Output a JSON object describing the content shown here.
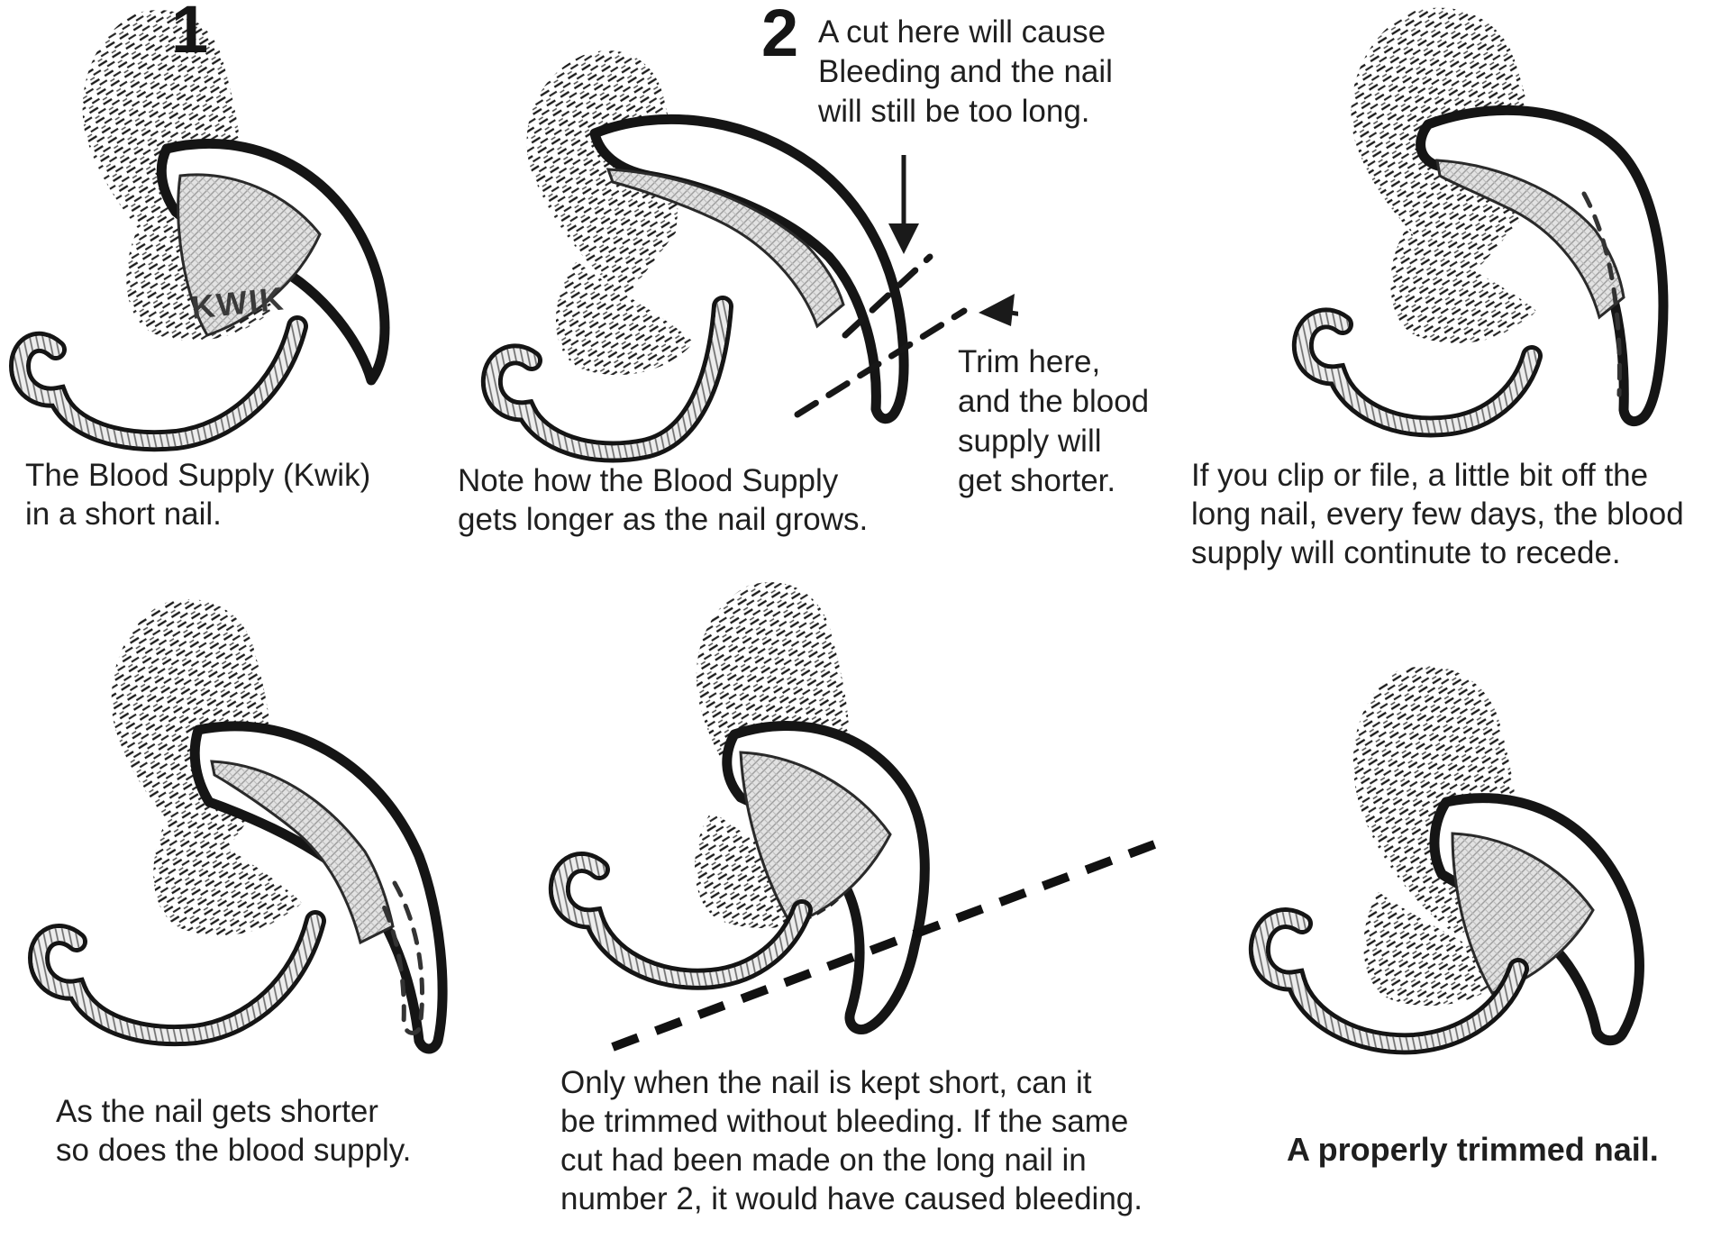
{
  "figure": {
    "background": "#ffffff",
    "ink": "#1b1b1b",
    "quick_fill": "#e2e2e2",
    "panels": [
      {
        "number": "1",
        "quick_label": "KWIK",
        "caption": "The Blood Supply (Kwik)\nin a short nail."
      },
      {
        "number": "2",
        "cut_note": "A cut here will cause\nBleeding and the nail\nwill still be too long.",
        "trim_note": "Trim here,\nand the blood\nsupply will\nget shorter.",
        "caption": "Note how the Blood Supply\ngets longer as the nail grows."
      },
      {
        "caption": "If you clip or file, a little bit off the\nlong nail, every few days, the blood\nsupply will continute to recede."
      },
      {
        "caption": "As the nail gets shorter\nso does the blood supply."
      },
      {
        "caption": "Only when the nail is kept short, can it\nbe trimmed without bleeding. If the same\ncut had been made on the long nail in\nnumber 2, it would have caused bleeding."
      },
      {
        "caption": "A properly trimmed nail."
      }
    ]
  }
}
